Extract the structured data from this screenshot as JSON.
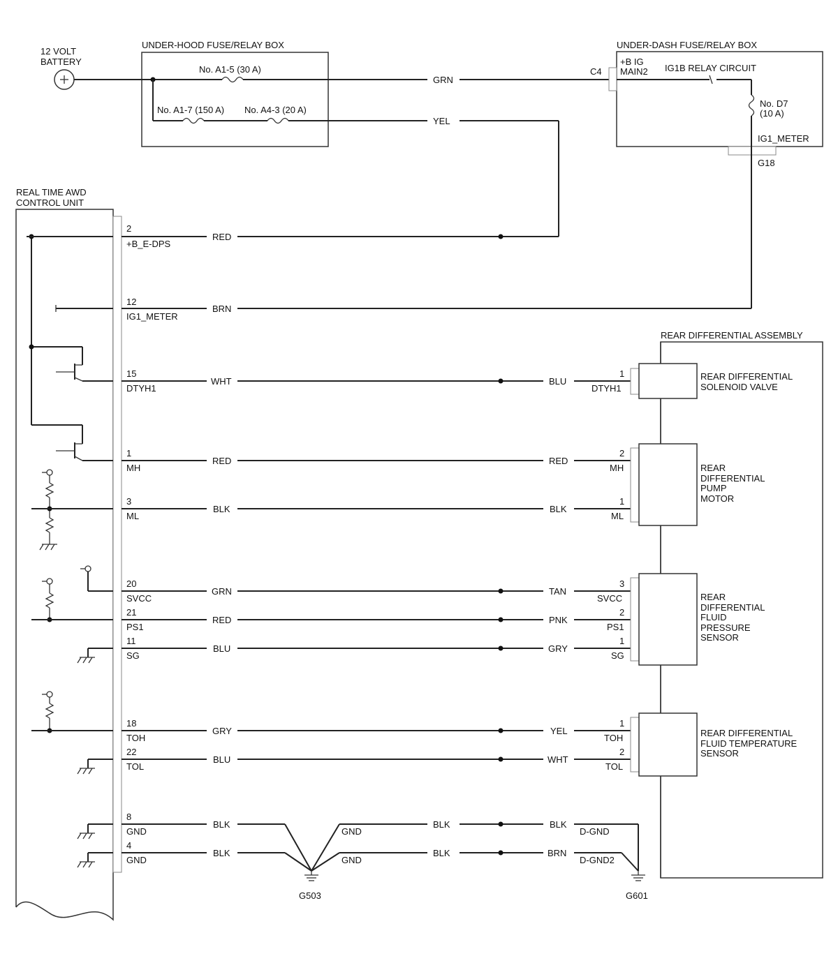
{
  "battery": {
    "line1": "12 VOLT",
    "line2": "BATTERY"
  },
  "underhood": {
    "title": "UNDER-HOOD FUSE/RELAY BOX",
    "fuse_a15": "No. A1-5 (30 A)",
    "fuse_a17": "No. A1-7 (150 A)",
    "fuse_a43": "No. A4-3 (20 A)"
  },
  "underdash": {
    "title": "UNDER-DASH FUSE/RELAY BOX",
    "plus_b_ig": "+B IG",
    "main2": "MAIN2",
    "relay": "IG1B RELAY CIRCUIT",
    "fuse_d7": "No. D7",
    "fuse_d7_amp": "(10 A)",
    "ig1_meter": "IG1_METER",
    "c4": "C4",
    "g18": "G18"
  },
  "top_wires": {
    "grn": "GRN",
    "yel": "YEL"
  },
  "control_unit": {
    "line1": "REAL TIME AWD",
    "line2": "CONTROL UNIT"
  },
  "rear_diff": {
    "title": "REAR DIFFERENTIAL ASSEMBLY",
    "solenoid": [
      "REAR DIFFERENTIAL",
      "SOLENOID VALVE"
    ],
    "pump": [
      "REAR",
      "DIFFERENTIAL",
      "PUMP",
      "MOTOR"
    ],
    "pressure": [
      "REAR",
      "DIFFERENTIAL",
      "FLUID",
      "PRESSURE",
      "SENSOR"
    ],
    "temp": [
      "REAR DIFFERENTIAL",
      "FLUID TEMPERATURE",
      "SENSOR"
    ]
  },
  "circuits": [
    {
      "pin": "2",
      "name": "+B_E-DPS",
      "color": "RED"
    },
    {
      "pin": "12",
      "name": "IG1_METER",
      "color": "BRN"
    },
    {
      "pin": "15",
      "name": "DTYH1",
      "color": "WHT",
      "rcolor": "BLU",
      "rpin": "1",
      "rname": "DTYH1"
    },
    {
      "pin": "1",
      "name": "MH",
      "color": "RED",
      "rcolor": "RED",
      "rpin": "2",
      "rname": "MH"
    },
    {
      "pin": "3",
      "name": "ML",
      "color": "BLK",
      "rcolor": "BLK",
      "rpin": "1",
      "rname": "ML"
    },
    {
      "pin": "20",
      "name": "SVCC",
      "color": "GRN",
      "rcolor": "TAN",
      "rpin": "3",
      "rname": "SVCC"
    },
    {
      "pin": "21",
      "name": "PS1",
      "color": "RED",
      "rcolor": "PNK",
      "rpin": "2",
      "rname": "PS1"
    },
    {
      "pin": "11",
      "name": "SG",
      "color": "BLU",
      "rcolor": "GRY",
      "rpin": "1",
      "rname": "SG"
    },
    {
      "pin": "18",
      "name": "TOH",
      "color": "GRY",
      "rcolor": "YEL",
      "rpin": "1",
      "rname": "TOH"
    },
    {
      "pin": "22",
      "name": "TOL",
      "color": "BLU",
      "rcolor": "WHT",
      "rpin": "2",
      "rname": "TOL"
    }
  ],
  "grounds": [
    {
      "pin": "8",
      "name": "GND",
      "color": "BLK",
      "gnd": "GND",
      "mid": "BLK",
      "rcolor": "BLK",
      "rname": "D-GND"
    },
    {
      "pin": "4",
      "name": "GND",
      "color": "BLK",
      "gnd": "GND",
      "mid": "BLK",
      "rcolor": "BRN",
      "rname": "D-GND2"
    }
  ],
  "ground_points": {
    "g503": "G503",
    "g601": "G601"
  }
}
